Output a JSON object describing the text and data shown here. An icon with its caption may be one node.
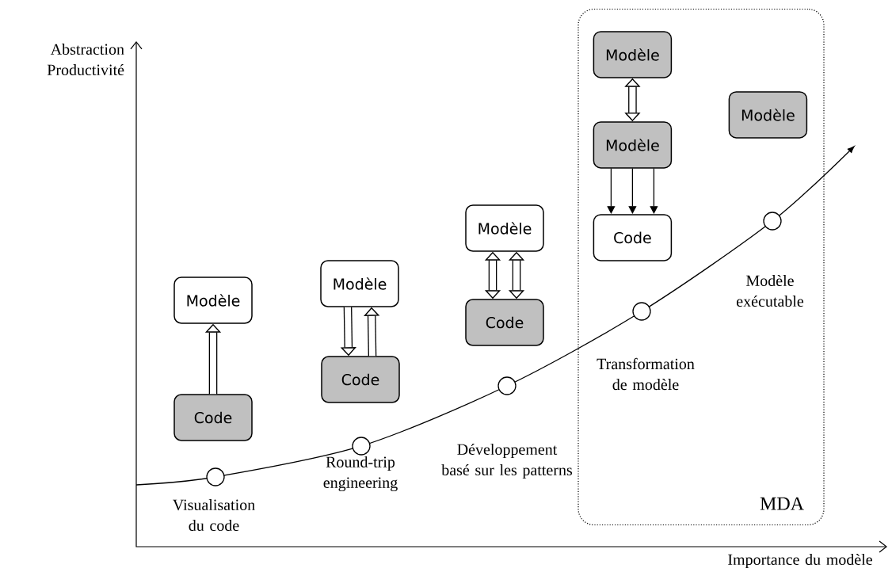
{
  "diagram": {
    "nodes": [
      {
        "text": [
          "Modèle"
        ]
      },
      {
        "text": [
          "Code"
        ]
      },
      {
        "text": [
          "Modèle"
        ]
      },
      {
        "text": [
          "Code"
        ]
      },
      {
        "text": [
          "Modèle"
        ]
      },
      {
        "text": [
          "Code"
        ]
      },
      {
        "text": [
          "MDA"
        ]
      },
      {
        "text": [
          "Modèle"
        ],
        "in": 6
      },
      {
        "text": [
          "Modèle"
        ],
        "in": 6
      },
      {
        "text": [
          "Code"
        ],
        "in": 6
      },
      {
        "text": [
          "Modèle"
        ],
        "in": 6
      }
    ],
    "edges": [
      {
        "from": 1,
        "to": 0,
        "arrow": "to"
      },
      {
        "from": 2,
        "to": 3,
        "arrow": "to"
      },
      {
        "from": 3,
        "to": 2,
        "arrow": "to"
      },
      {
        "from": 4,
        "to": 5,
        "arrow": "both"
      },
      {
        "from": 4,
        "to": 5,
        "arrow": "both"
      },
      {
        "from": 7,
        "to": 8,
        "arrow": "both"
      },
      {
        "from": 8,
        "to": 9,
        "arrow": "to"
      },
      {
        "from": 8,
        "to": 9,
        "arrow": "to"
      },
      {
        "from": 8,
        "to": 9,
        "arrow": "to"
      }
    ],
    "labels": [
      "Abstraction Productivité",
      "Modèle exécutable",
      "Transformation de modèle",
      "Développement basé sur les patterns",
      "Round-trip engineering",
      "Visualisation du code",
      "Importance du modèle"
    ]
  }
}
